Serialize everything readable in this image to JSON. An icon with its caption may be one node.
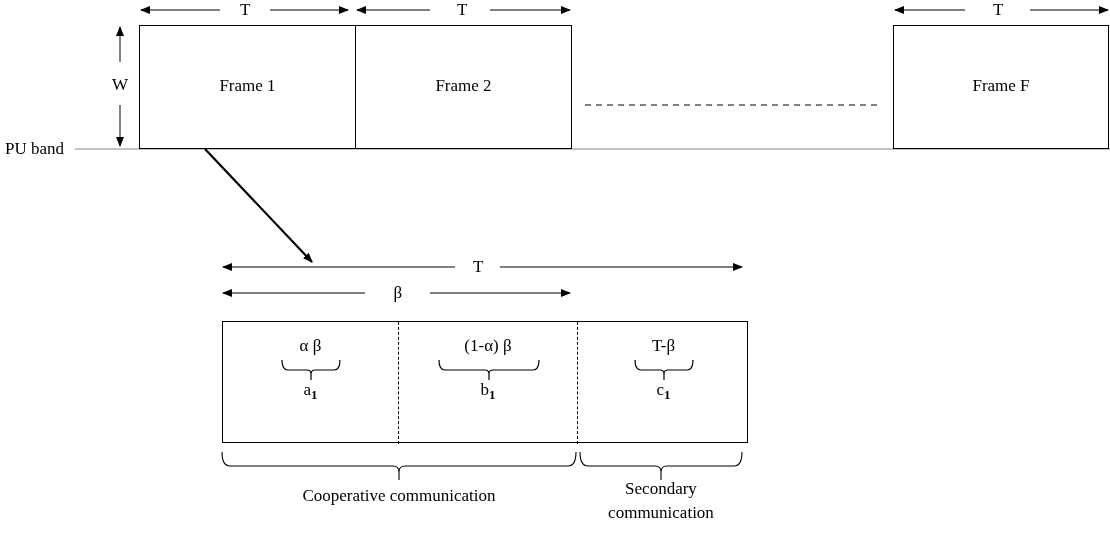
{
  "diagram": {
    "nodes": [
      {
        "text": [
          "Frame 1"
        ]
      },
      {
        "text": [
          "Frame 2"
        ]
      },
      {
        "text": [
          "Frame F"
        ]
      },
      {
        "text": [],
        "shape": "box"
      },
      {
        "text": [
          "α β",
          "a$_{1}$"
        ],
        "in": 3
      },
      {
        "text": [
          "(1-α) β",
          "b$_{1}$"
        ],
        "in": 3
      },
      {
        "text": [
          "T-β",
          "c$_{1}$"
        ],
        "in": 3
      }
    ],
    "edges": [
      {
        "from": 0,
        "to": 3,
        "arrow": "to"
      }
    ],
    "labels": [
      "T",
      "T",
      "T",
      "W",
      "PU band",
      "T",
      "β",
      "Cooperative communication",
      "Secondary communication"
    ]
  }
}
